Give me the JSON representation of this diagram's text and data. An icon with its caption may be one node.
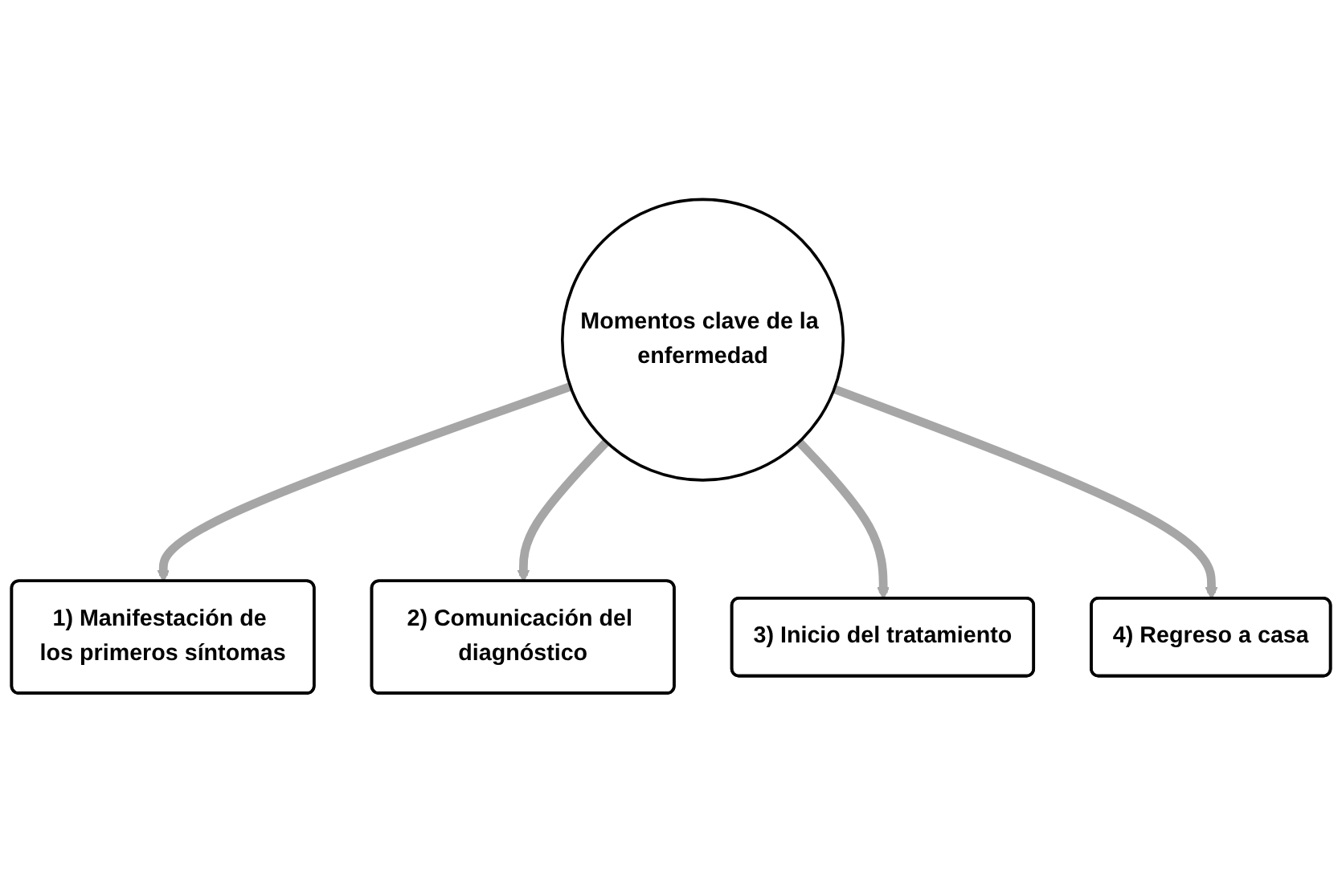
{
  "diagram": {
    "nodes": [
      {
        "text": [
          "Momentos clave de la enfermedad"
        ]
      },
      {
        "text": [
          "1) Manifestación de los primeros síntomas"
        ]
      },
      {
        "text": [
          "2) Comunicación del diagnóstico"
        ]
      },
      {
        "text": [
          "3) Inicio del tratamiento"
        ]
      },
      {
        "text": [
          "4) Regreso a casa"
        ]
      }
    ],
    "edges": [
      {
        "from": 0,
        "to": 1,
        "arrow": "to"
      },
      {
        "from": 0,
        "to": 2,
        "arrow": "to"
      },
      {
        "from": 0,
        "to": 3,
        "arrow": "to"
      },
      {
        "from": 0,
        "to": 4,
        "arrow": "to"
      }
    ]
  }
}
